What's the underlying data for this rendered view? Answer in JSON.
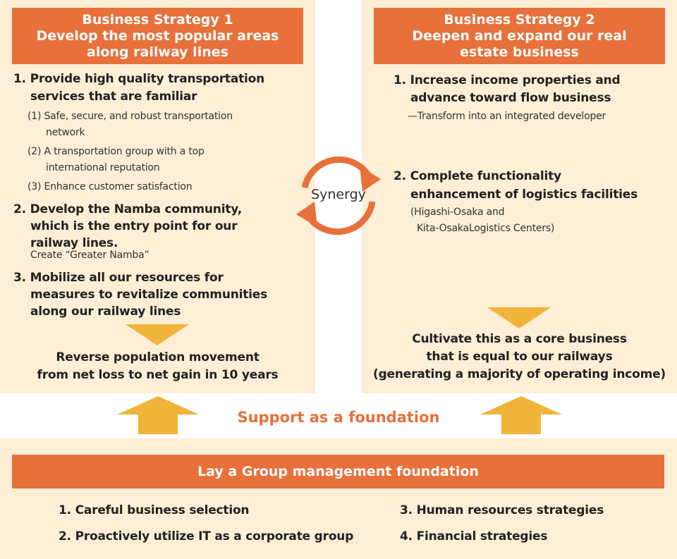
{
  "strategy1": {
    "title_lines": [
      "Business Strategy 1",
      "Develop the most popular areas",
      "along railway lines"
    ],
    "item1": {
      "lines": [
        "1. Provide high quality transportation",
        "services that are familiar"
      ],
      "subs": [
        [
          "(1) Safe, secure, and robust transportation",
          "network"
        ],
        [
          "(2) A transportation group with a top",
          "international reputation"
        ],
        [
          "(3) Enhance customer satisfaction"
        ]
      ]
    },
    "item2": {
      "lines": [
        "2. Develop the Namba community,",
        "which is the entry point for our",
        "railway lines."
      ],
      "note": "Create “Greater Namba”"
    },
    "item3": {
      "lines": [
        "3. Mobilize all our resources for",
        "measures to revitalize communities",
        "along our railway lines"
      ]
    },
    "goal_lines": [
      "Reverse population movement",
      "from net loss to net gain in 10 years"
    ]
  },
  "strategy2": {
    "title_lines": [
      "Business Strategy 2",
      "Deepen and expand our real",
      "estate business"
    ],
    "item1": {
      "lines": [
        "1. Increase income properties and",
        "advance toward flow business"
      ],
      "note": "—Transform into an integrated developer"
    },
    "item2": {
      "lines": [
        "2. Complete functionality",
        "enhancement of logistics facilities"
      ],
      "notes": [
        "(Higashi-Osaka and",
        "Kita-OsakaLogistics Centers)"
      ]
    },
    "goal_lines": [
      "Cultivate this as a core business",
      "that is equal to our railways",
      "(generating a majority of operating income)"
    ]
  },
  "synergy": "Synergy",
  "support": "Support as a foundation",
  "foundation": {
    "title": "Lay a Group management foundation",
    "items": [
      "1. Careful business selection",
      "2. Proactively utilize IT as a corporate group",
      "3. Human resources strategies",
      "4. Financial strategies"
    ]
  },
  "colors": {
    "banner": "#e8703a",
    "panel": "#fdeed6",
    "arrow": "#f0b43a",
    "support_text": "#e8703a"
  }
}
